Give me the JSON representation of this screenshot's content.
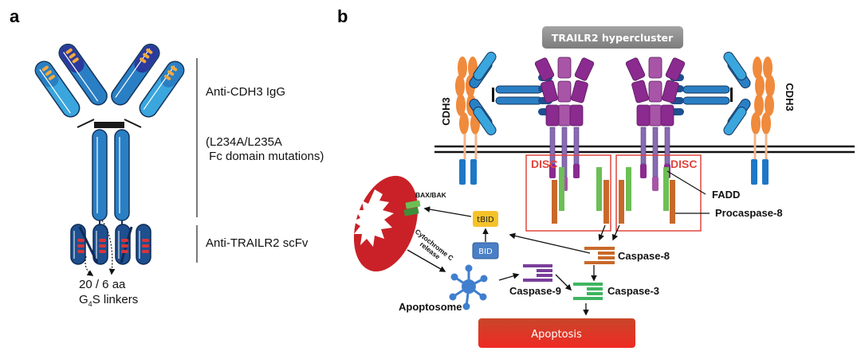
{
  "panel_a": {
    "letter": "a",
    "labels": {
      "igg": "Anti-CDH3 IgG",
      "mutations_line1": "(L234A/L235A",
      "mutations_line2": " Fc domain mutations)",
      "scfv": "Anti-TRAILR2 scFv",
      "linkers_line1": "20 / 6 aa",
      "linkers_g": "G",
      "linkers_sub": "4",
      "linkers_rest": "S linkers"
    }
  },
  "panel_b": {
    "letter": "b",
    "hypercluster_label": "TRAILR2 hypercluster",
    "cdh3_left": "CDH3",
    "cdh3_right": "CDH3",
    "disc_left": "DISC",
    "disc_right": "DISC",
    "fadd": "FADD",
    "procaspase8": "Procaspase-8",
    "caspase8": "Caspase-8",
    "caspase9": "Caspase-9",
    "caspase3": "Caspase-3",
    "bid": "BID",
    "tbid": "tBID",
    "baxbak": "BAX/BAK",
    "cytochrome_line1": "Cytochrome C",
    "cytochrome_line2": "release",
    "apoptosome": "Apoptosome",
    "apoptosis": "Apoptosis"
  },
  "colors": {
    "igg_blue": "#2a7fc4",
    "igg_light": "#3aa6dd",
    "igg_dark": "#283a9a",
    "scfv_navy": "#1e4f8f",
    "cdr_orange": "#f2a93b",
    "cdr_red": "#d8353b",
    "cdh3_orange": "#f08a3c",
    "trailr2_purple": "#8b2a8f",
    "trailr2_light": "#a855a8",
    "disc_red": "#e0463d",
    "fadd_green": "#6cbf55",
    "caspase8_orange": "#c8692a",
    "caspase9_purple": "#7a3f9a",
    "caspase3_green": "#3fb560",
    "tbid_yellow": "#f5c22a",
    "bid_blue": "#4a7fc6",
    "mito_red": "#c92127",
    "apoptosome_blue": "#3f7fce",
    "apoptosis_red": "#e5312a",
    "hypercluster_gray": "#8e8e8e"
  }
}
